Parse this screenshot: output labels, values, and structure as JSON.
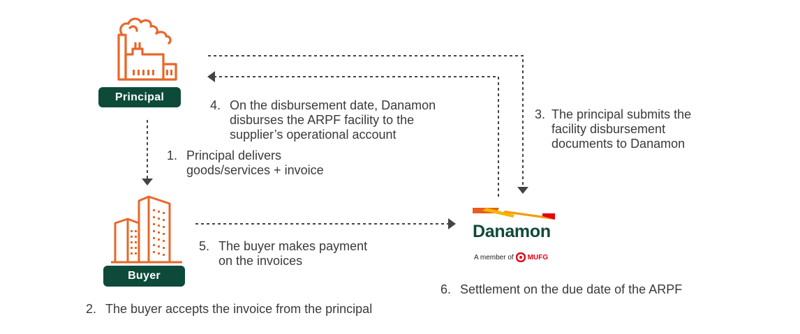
{
  "entities": {
    "principal": {
      "label": "Principal"
    },
    "buyer": {
      "label": "Buyer"
    }
  },
  "brand": {
    "name": "Danamon",
    "member_prefix": "A member of",
    "member_group": "MUFG"
  },
  "steps": [
    {
      "num": "1.",
      "text": "Principal delivers\ngoods/services + invoice"
    },
    {
      "num": "2.",
      "text": "The buyer accepts the invoice from the principal"
    },
    {
      "num": "3.",
      "text": "The principal submits the\nfacility disbursement\ndocuments to Danamon"
    },
    {
      "num": "4.",
      "text": "On the disbursement date, Danamon\ndisburses the ARPF facility to the\nsupplier’s operational account"
    },
    {
      "num": "5.",
      "text": "The buyer makes payment\non the invoices"
    },
    {
      "num": "6.",
      "text": "Settlement on the due date of the ARPF"
    }
  ],
  "colors": {
    "accent": "#e8672a",
    "badge": "#0e4a3a",
    "arrow": "#444444",
    "brand_orange": "#f39c12",
    "brand_red": "#e60012"
  }
}
